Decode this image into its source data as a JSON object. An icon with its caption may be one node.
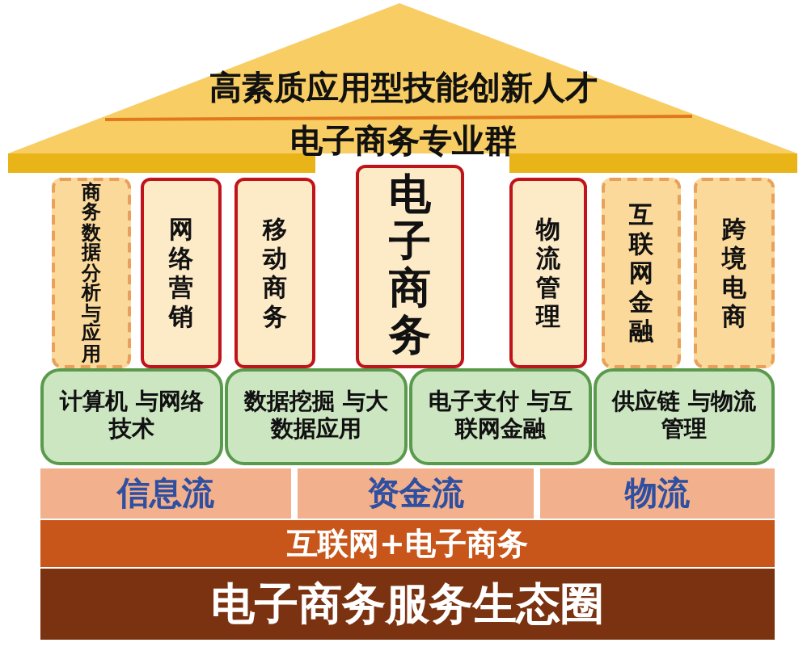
{
  "diagram": {
    "nodes": [
      {
        "text": [
          "高素质应用型技能创新人才",
          "电子商务专业群"
        ]
      },
      {
        "text": [
          "商务数据分析与应用"
        ]
      },
      {
        "text": [
          "网络营销"
        ]
      },
      {
        "text": [
          "移动商务"
        ]
      },
      {
        "text": [
          "电子商务"
        ]
      },
      {
        "text": [
          "物流管理"
        ]
      },
      {
        "text": [
          "互联网金融"
        ]
      },
      {
        "text": [
          "跨境电商"
        ]
      },
      {
        "text": [
          "计算机 与网络技术"
        ]
      },
      {
        "text": [
          "数据挖掘 与大数据应用"
        ]
      },
      {
        "text": [
          "电子支付 与互联网金融"
        ]
      },
      {
        "text": [
          "供应链 与物流管理"
        ]
      },
      {
        "text": [
          "信息流"
        ]
      },
      {
        "text": [
          "资金流"
        ]
      },
      {
        "text": [
          "物流"
        ]
      },
      {
        "text": [
          "互联网+电子商务"
        ]
      },
      {
        "text": [
          "电子商务服务生态圈"
        ]
      }
    ]
  }
}
